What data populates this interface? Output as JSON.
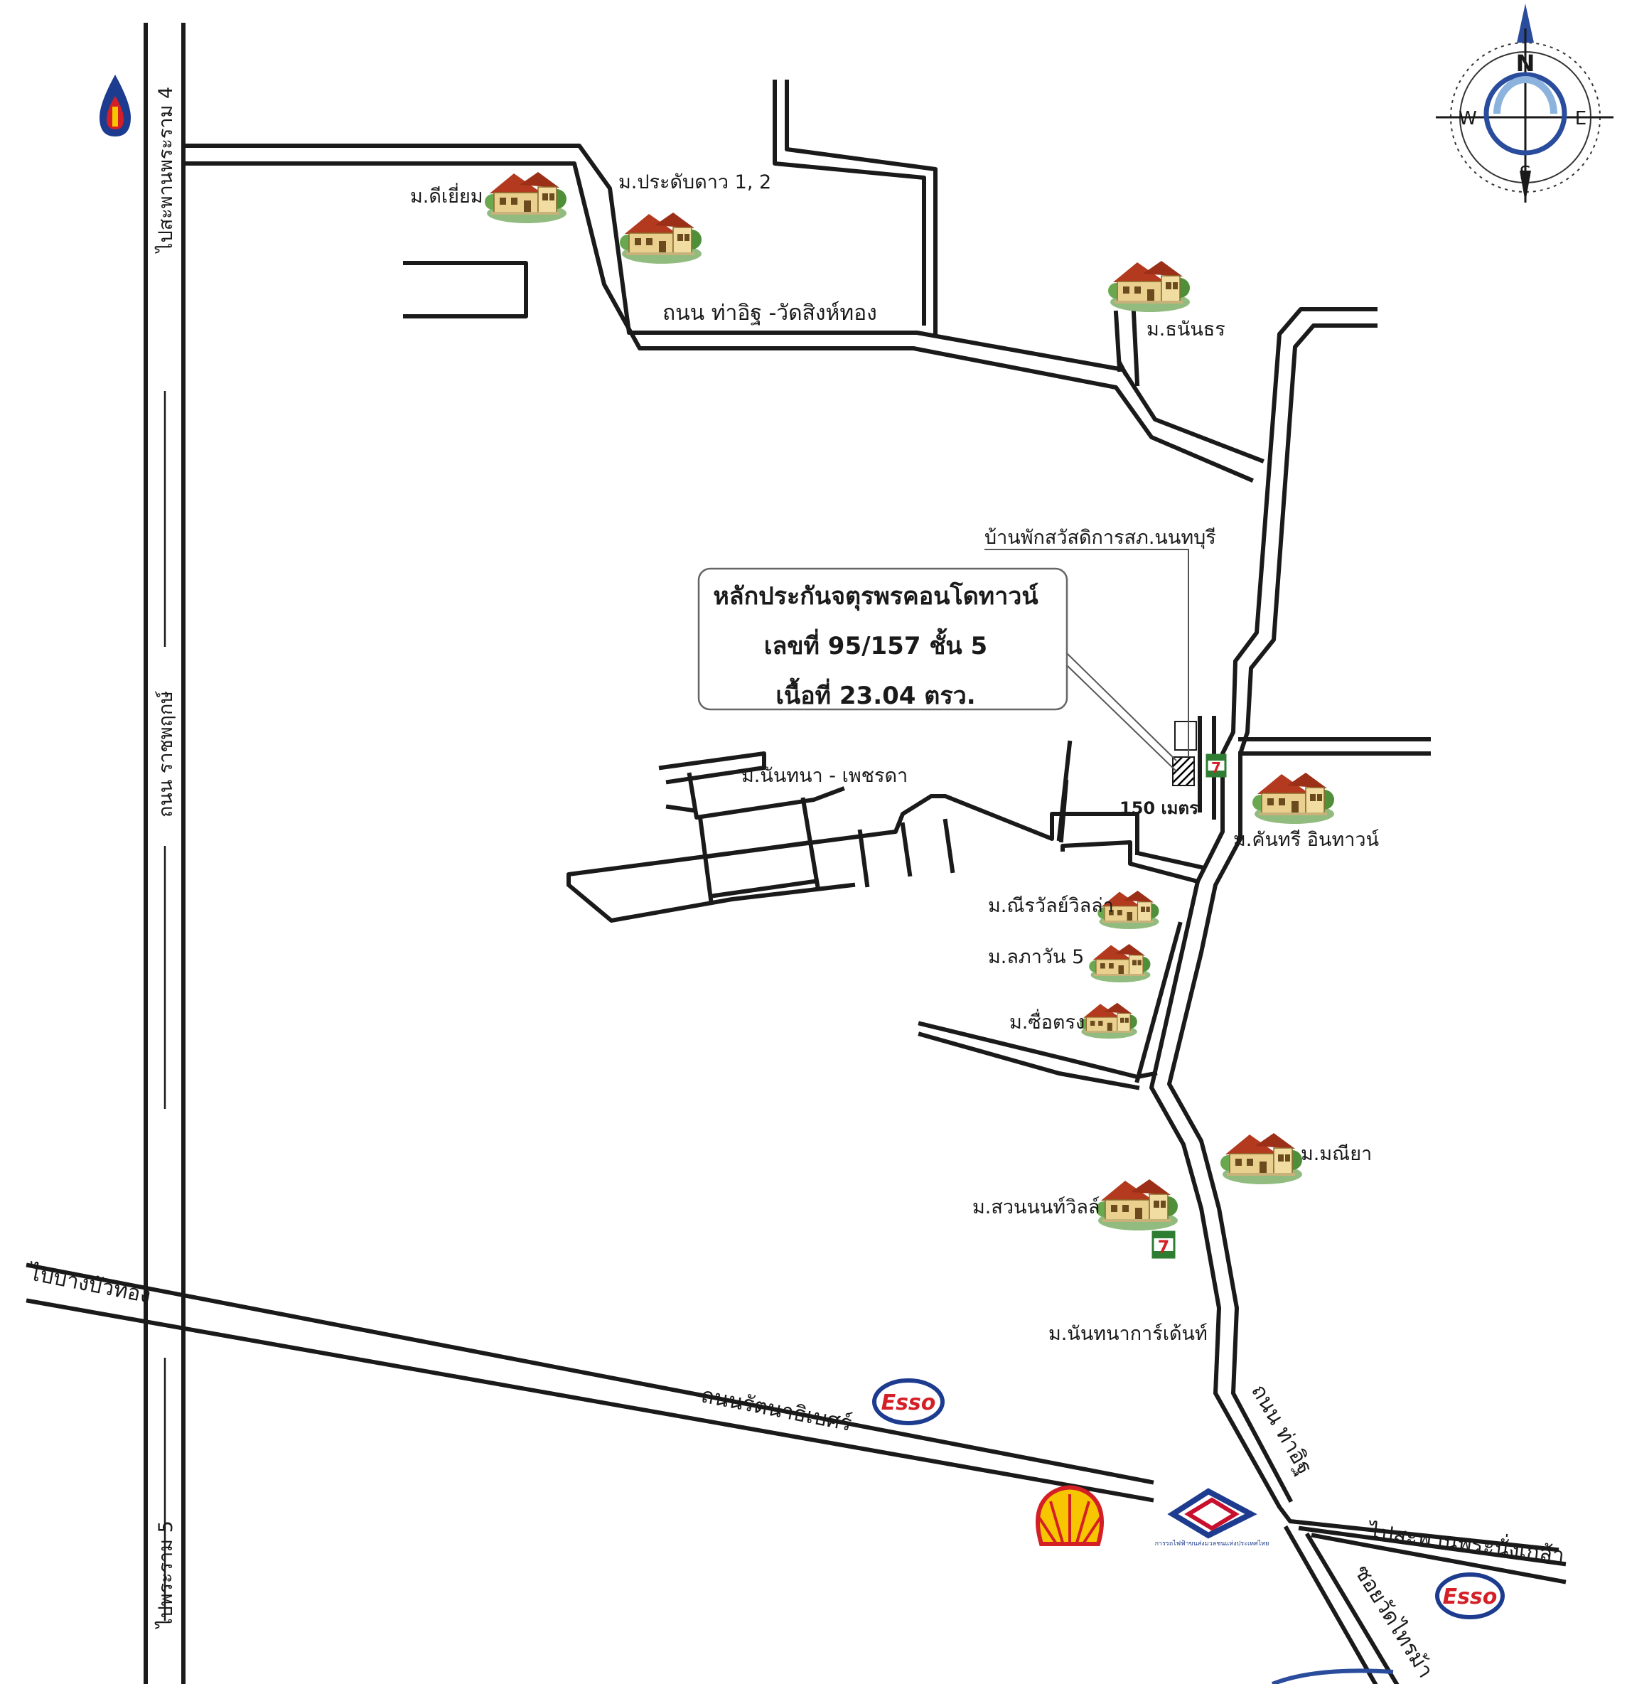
{
  "roads": {
    "rama4": "ไปสะพานพระราม 4",
    "rama5": "ไปพระราม 5",
    "ratchaphruek": "ถนน ราชพฤกษ์",
    "tha_it_wat": "ถนน ท่าอิฐ -วัดสิงห์ทอง",
    "tha_it": "ถนน ท่าอิฐ",
    "rattanathibet": "ถนนรัตนาธิเบศร์",
    "to_bang_bua_thong": "ไปบางบัวทอง",
    "to_phra_nang_klao": "ไปสะพานพระนั่งเกล้า",
    "soi_wat_sai_ma": "ซอยวัดไทรม้า"
  },
  "places": {
    "dee_yiam": "ม.ดีเยี่ยม",
    "pradab_dao": "ม.ประดับดาว 1, 2",
    "thanathon": "ม.ธนันธร",
    "welfare_house": "บ้านพักสวัสดิการสภ.นนทบุรี",
    "nanthana_petchada": "ม.นันทนา - เพชรดา",
    "kanthari": "ม.คันทรี อินทาวน์",
    "neerawan": "ม.ณีรวัลย์วิลล่า",
    "lapawan": "ม.ลภาวัน 5",
    "suetrong": "ม.ซื่อตรง",
    "maneeya": "ม.มณียา",
    "suan_non": "ม.สวนนนท์วิลล์",
    "nanthana_garden": "ม.นันทนาการ์เด้นท์"
  },
  "distance": "150 เมตร",
  "callout": {
    "line1": "หลักประกันจตุรพรคอนโดทาวน์",
    "line2": "เลขที่ 95/157  ชั้น 5",
    "line3": "เนื้อที่ 23.04 ตรว."
  },
  "compass": {
    "n": "N",
    "s": "S",
    "e": "E",
    "w": "W"
  },
  "logos": {
    "esso": "Esso",
    "seven": "7",
    "srt_caption": "การรถไฟฟ้าขนส่งมวลชนแห่งประเทศไทย"
  },
  "icons": {
    "house": "house-icon",
    "esso": "esso-logo-icon",
    "shell": "shell-logo-icon",
    "seven_eleven": "seven-eleven-icon",
    "ptt": "ptt-logo-icon",
    "srt": "srt-logo-icon",
    "compass": "compass-rose-icon"
  },
  "colors": {
    "road": "#1a1a1a",
    "house_roof": "#b33a1e",
    "house_wall": "#e9d08f",
    "esso_blue": "#1d3c8f",
    "esso_red": "#d41f26",
    "shell_yellow": "#f7c600",
    "compass_blue": "#2a4c9c",
    "srt_blue": "#1d3c8f",
    "srt_red": "#c8102e"
  }
}
